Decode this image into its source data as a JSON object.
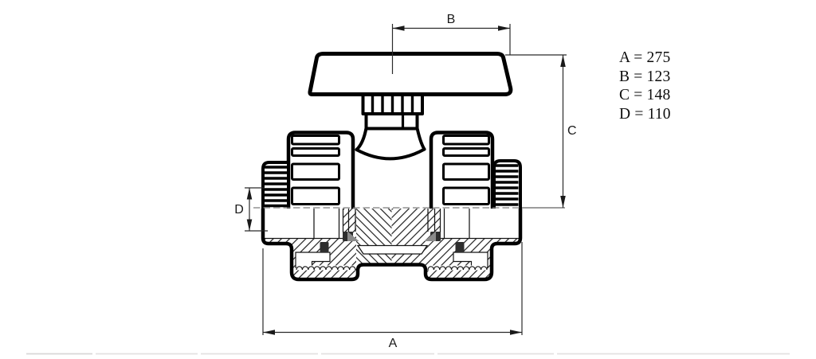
{
  "drawing": {
    "type": "technical-drawing",
    "subject": "union ball valve cross-section, front elevation",
    "colors": {
      "line": "#000000",
      "centerline": "#7d7d7d",
      "hatch": "#161616",
      "seal": "#2e2e2e",
      "seat_wedge": "#8b8b8b",
      "page_divider": "#e3e0e0"
    },
    "dims": {
      "a": {
        "label": "A",
        "value": "275"
      },
      "b": {
        "label": "B",
        "value": "123"
      },
      "c": {
        "label": "C",
        "value": "148"
      },
      "d": {
        "label": "D",
        "value": "110"
      }
    }
  },
  "specs": [
    {
      "text": "A = 275"
    },
    {
      "text": "B = 123"
    },
    {
      "text": "C = 148"
    },
    {
      "text": "D = 110"
    }
  ]
}
